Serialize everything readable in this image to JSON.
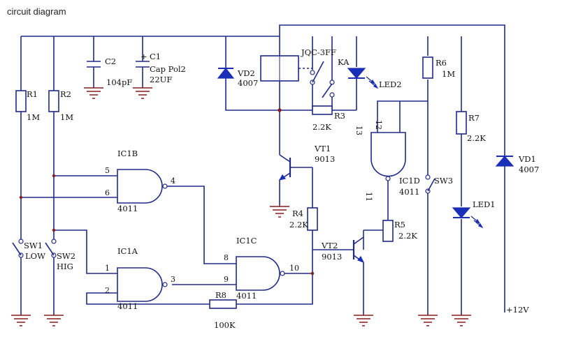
{
  "title": "circuit diagram",
  "labels": {
    "c2": "C2",
    "c2_val": "104pF",
    "c1": "C1",
    "c1_type": "Cap Pol2",
    "c1_val": "22UF",
    "c1_plus": "+",
    "r1": "R1",
    "r1_val": "1M",
    "r2": "R2",
    "r2_val": "1M",
    "vd2": "VD2",
    "vd2_val": "4007",
    "relay": "JQC-3FF",
    "ka": "KA",
    "led2": "LED2",
    "r3": "R3",
    "r3_val": "2.2K",
    "r6": "R6",
    "r6_val": "1M",
    "r7": "R7",
    "r7_val": "2.2K",
    "vd1": "VD1",
    "vd1_val": "4007",
    "led1": "LED1",
    "vt1": "VT1",
    "vt1_val": "9013",
    "r4": "R4",
    "r4_val": "2.2K",
    "vt2": "VT2",
    "vt2_val": "9013",
    "r5": "R5",
    "r5_val": "2.2K",
    "ic1d": "IC1D",
    "ic1d_val": "4011",
    "ic1b": "IC1B",
    "ic1b_val": "4011",
    "ic1a": "IC1A",
    "ic1a_val": "4011",
    "ic1c": "IC1C",
    "ic1c_val": "4011",
    "r8": "R8",
    "r8_val": "100K",
    "sw1": "SW1",
    "sw1_name": "LOW",
    "sw2": "SW2",
    "sw2_name": "HIG",
    "sw3": "SW3",
    "supply": "+12V",
    "pin_12": "12",
    "pin_13": "13",
    "pin_11": "11",
    "pin_5": "5",
    "pin_6": "6",
    "pin_4": "4",
    "pin_1": "1",
    "pin_2": "2",
    "pin_3": "3",
    "pin_8": "8",
    "pin_9": "9",
    "pin_10": "10"
  }
}
